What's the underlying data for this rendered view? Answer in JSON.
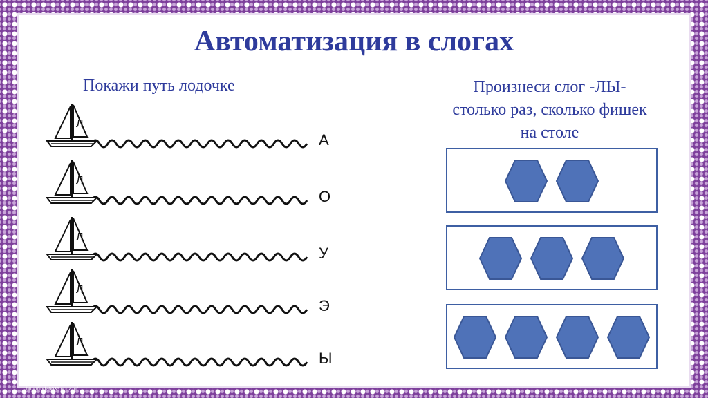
{
  "slide": {
    "title": "Автоматизация в слогах",
    "left_heading": "Покажи путь лодочке",
    "right_heading_lines": [
      "Произнеси слог -ЛЫ-",
      "столько раз, сколько фишек",
      "на столе"
    ],
    "boat_rows": [
      {
        "vowel": "А"
      },
      {
        "vowel": "О"
      },
      {
        "vowel": "У"
      },
      {
        "vowel": "Э"
      },
      {
        "vowel": "Ы"
      }
    ],
    "sail_letter": "Л",
    "chip_rows": [
      {
        "count": 2
      },
      {
        "count": 3
      },
      {
        "count": 4
      }
    ],
    "source_url": "http://linda6035.ucoz.ru/"
  },
  "colors": {
    "title": "#2e3b9c",
    "chip_fill": "#4f72b8",
    "chip_stroke": "#3a5796",
    "box_border": "#3e5fa3",
    "frame": "#7d3f9b"
  }
}
